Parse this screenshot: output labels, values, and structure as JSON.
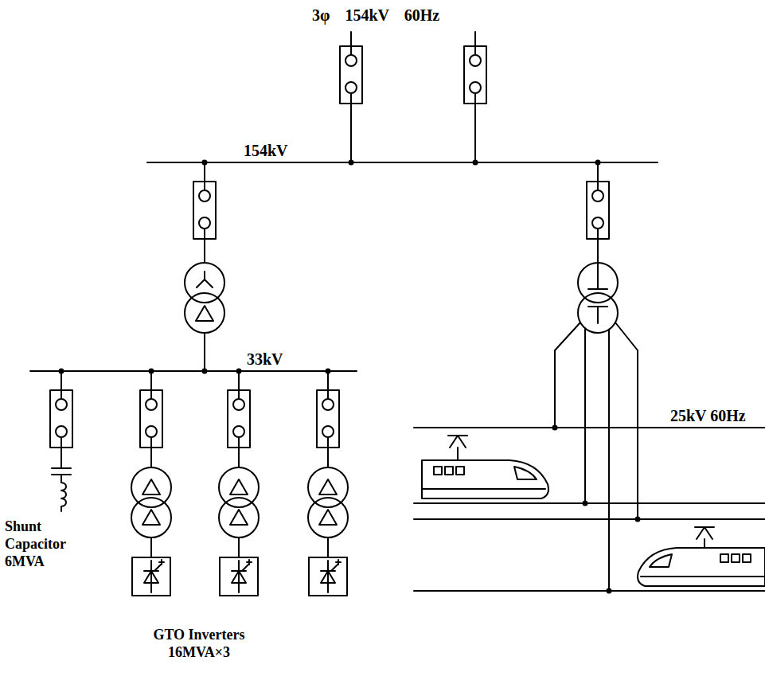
{
  "diagram": {
    "labels": [
      "3φ 154kV 60Hz",
      "154kV",
      "33kV",
      "25kV 60Hz",
      "Shunt Capacitor 6MVA",
      "GTO Inverters 16MVA×3"
    ]
  }
}
